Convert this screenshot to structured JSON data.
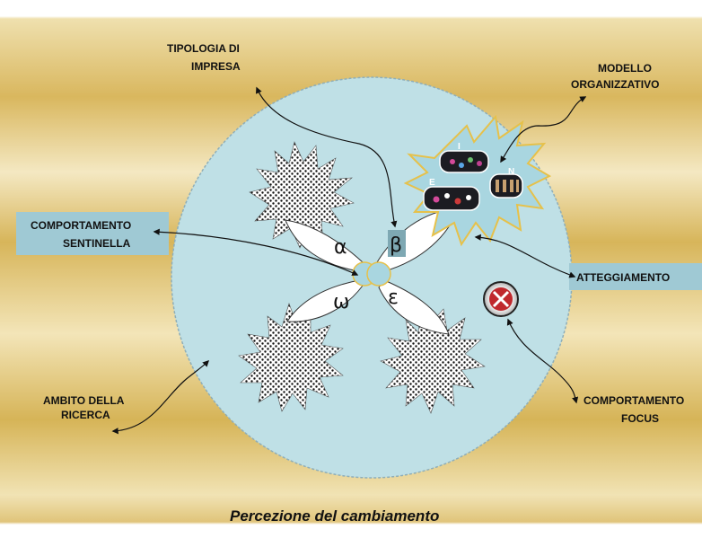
{
  "labels": {
    "tipologia_l1": "TIPOLOGIA DI",
    "tipologia_l2": "IMPRESA",
    "modello_l1": "MODELLO",
    "modello_l2": "ORGANIZZATIVO",
    "sentinella_l1": "COMPORTAMENTO",
    "sentinella_l2": "SENTINELLA",
    "atteggiamento": "ATTEGGIAMENTO",
    "ambito_l1": "AMBITO  DELLA",
    "ambito_l2": "RICERCA",
    "focus_l1": "COMPORTAMENTO",
    "focus_l2": "FOCUS"
  },
  "greek": {
    "alpha": "α",
    "beta": "β",
    "omega": "ω",
    "epsilon": "ε"
  },
  "badge_letters": {
    "i": "I",
    "n": "N",
    "e": "E"
  },
  "caption": "Percezione del cambiamento",
  "colors": {
    "background_gold": "#d8b65a",
    "background_light": "#f3e5b8",
    "circle_fill": "#bfe0e6",
    "callout_fill": "#a9d6e0",
    "callout_border": "#e6c14a",
    "label_box": "#9fc9d4",
    "stop_icon": "#c0282d"
  }
}
